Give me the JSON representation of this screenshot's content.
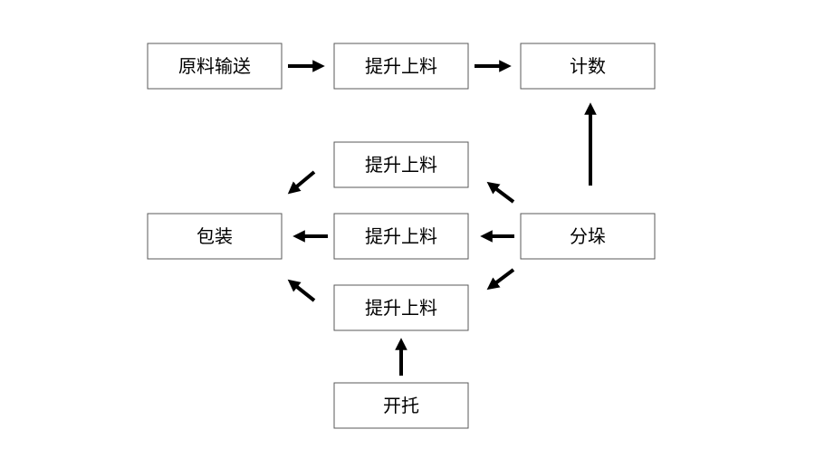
{
  "colors": {
    "box_stroke": "#5a5a5a",
    "arrow": "#000000",
    "text": "#000000",
    "background": "#ffffff"
  },
  "nodes": {
    "raw_material_conveying": "原料输送",
    "lift_feeding_top": "提升上料",
    "counting": "计数",
    "lift_feeding_upper": "提升上料",
    "packaging": "包装",
    "lift_feeding_middle": "提升上料",
    "stack_splitting": "分垛",
    "lift_feeding_lower": "提升上料",
    "pallet_opening": "开托"
  }
}
